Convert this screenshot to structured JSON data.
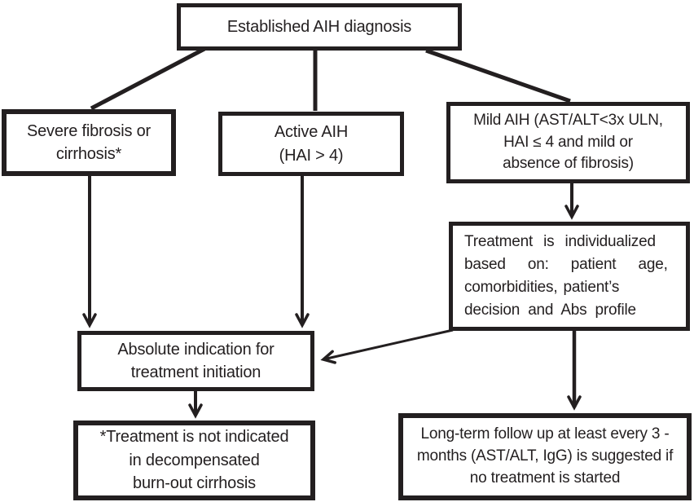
{
  "diagram": {
    "type": "flowchart",
    "colors": {
      "ink": "#231f20",
      "background": "#ffffff"
    },
    "nodes": {
      "established": {
        "lines": [
          "Established AIH diagnosis"
        ]
      },
      "severe": {
        "lines": [
          "Severe fibrosis or",
          "cirrhosis*"
        ]
      },
      "active": {
        "lines": [
          "Active AIH",
          "(HAI > 4)"
        ]
      },
      "mild": {
        "lines": [
          "Mild AIH (AST/ALT<3x ULN,",
          "HAI ≤ 4 and mild or",
          "absence of fibrosis)"
        ]
      },
      "individualized": {
        "lines": [
          "Treatment is individualized",
          "based on: patient age,",
          "comorbidities, patient’s",
          "decision and Abs profile"
        ]
      },
      "absolute": {
        "lines": [
          "Absolute indication for",
          "treatment initiation"
        ]
      },
      "burnout": {
        "lines": [
          "*Treatment is not indicated",
          "in decompensated",
          "burn-out cirrhosis"
        ]
      },
      "followup": {
        "lines": [
          "Long-term follow up at least every 3 -",
          "months (AST/ALT, IgG) is suggested if",
          "no treatment is started"
        ]
      }
    },
    "edges": [
      {
        "from": "established",
        "to": "severe",
        "arrowhead": false
      },
      {
        "from": "established",
        "to": "active",
        "arrowhead": false
      },
      {
        "from": "established",
        "to": "mild",
        "arrowhead": false
      },
      {
        "from": "severe",
        "to": "absolute",
        "arrowhead": true
      },
      {
        "from": "active",
        "to": "absolute",
        "arrowhead": true
      },
      {
        "from": "mild",
        "to": "individualized",
        "arrowhead": true
      },
      {
        "from": "individualized",
        "to": "absolute",
        "arrowhead": true
      },
      {
        "from": "individualized",
        "to": "followup",
        "arrowhead": true
      },
      {
        "from": "absolute",
        "to": "burnout",
        "arrowhead": true
      }
    ]
  }
}
